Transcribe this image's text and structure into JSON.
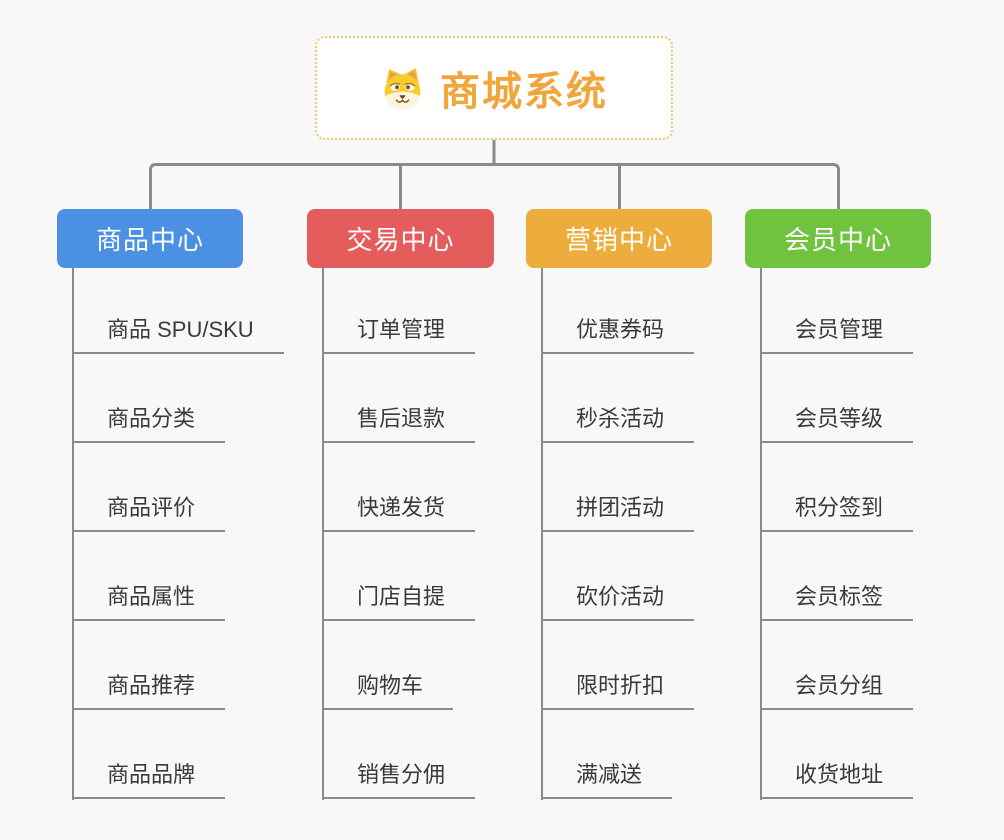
{
  "root": {
    "title": "商城系统",
    "icon": "doge-face-icon",
    "title_color": "#F0A63C",
    "border_color": "#F4C26B"
  },
  "connector_color": "#8A8A8A",
  "background_color": "#F8F8F8",
  "branches": [
    {
      "label": "商品中心",
      "color": "#4B90E2",
      "children": [
        "商品 SPU/SKU",
        "商品分类",
        "商品评价",
        "商品属性",
        "商品推荐",
        "商品品牌"
      ]
    },
    {
      "label": "交易中心",
      "color": "#E45C5C",
      "children": [
        "订单管理",
        "售后退款",
        "快递发货",
        "门店自提",
        "购物车",
        "销售分佣"
      ]
    },
    {
      "label": "营销中心",
      "color": "#EDAD3D",
      "children": [
        "优惠券码",
        "秒杀活动",
        "拼团活动",
        "砍价活动",
        "限时折扣",
        "满减送"
      ]
    },
    {
      "label": "会员中心",
      "color": "#6FC33F",
      "children": [
        "会员管理",
        "会员等级",
        "积分签到",
        "会员标签",
        "会员分组",
        "收货地址"
      ]
    }
  ]
}
